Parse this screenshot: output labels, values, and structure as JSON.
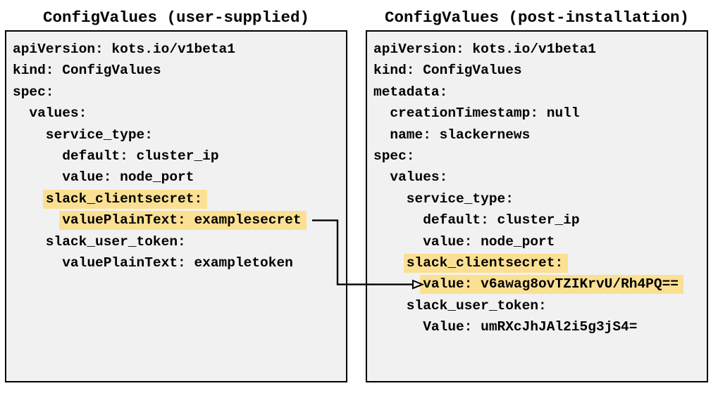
{
  "diagram": {
    "left_panel": {
      "title": "ConfigValues (user-supplied)",
      "lines": [
        {
          "text": "apiVersion: kots.io/v1beta1",
          "highlight": false
        },
        {
          "text": "kind: ConfigValues",
          "highlight": false
        },
        {
          "text": "spec:",
          "highlight": false
        },
        {
          "text": "  values:",
          "highlight": false
        },
        {
          "text": "    service_type:",
          "highlight": false
        },
        {
          "text": "      default: cluster_ip",
          "highlight": false
        },
        {
          "text": "      value: node_port",
          "highlight": false
        },
        {
          "text": "    slack_clientsecret:",
          "highlight": true
        },
        {
          "text": "      valuePlainText: examplesecret",
          "highlight": true
        },
        {
          "text": "    slack_user_token:",
          "highlight": false
        },
        {
          "text": "      valuePlainText: exampletoken",
          "highlight": false
        }
      ]
    },
    "right_panel": {
      "title": "ConfigValues (post-installation)",
      "lines": [
        {
          "text": "apiVersion: kots.io/v1beta1",
          "highlight": false
        },
        {
          "text": "kind: ConfigValues",
          "highlight": false
        },
        {
          "text": "metadata:",
          "highlight": false
        },
        {
          "text": "  creationTimestamp: null",
          "highlight": false
        },
        {
          "text": "  name: slackernews",
          "highlight": false
        },
        {
          "text": "spec:",
          "highlight": false
        },
        {
          "text": "  values:",
          "highlight": false
        },
        {
          "text": "    service_type:",
          "highlight": false
        },
        {
          "text": "      default: cluster_ip",
          "highlight": false
        },
        {
          "text": "      value: node_port",
          "highlight": false
        },
        {
          "text": "    slack_clientsecret:",
          "highlight": true
        },
        {
          "text": "      value: v6awag8ovTZIKrvU/Rh4PQ==",
          "highlight": true
        },
        {
          "text": "    slack_user_token:",
          "highlight": false
        },
        {
          "text": "      Value: umRXcJhJAl2i5g3jS4=",
          "highlight": false
        }
      ]
    },
    "colors": {
      "highlight": "#fbe093",
      "panel_bg": "#f1f1f2",
      "panel_border": "#000000",
      "text": "#000000",
      "arrow": "#000000"
    }
  }
}
